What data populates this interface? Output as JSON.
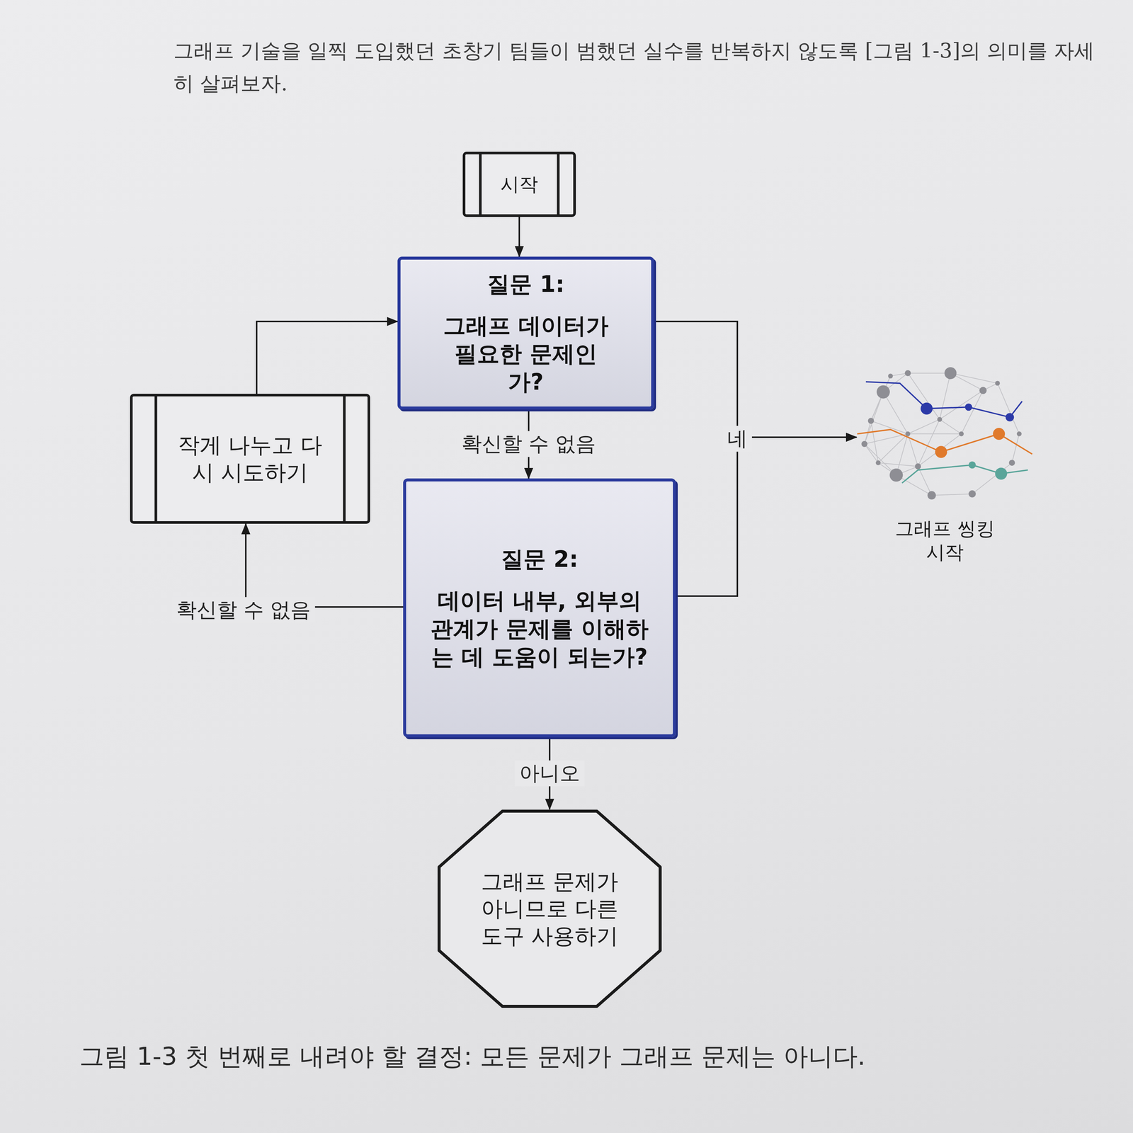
{
  "diagram": {
    "caption": "그림 1-3 첫 번째로 내려야 할 결정: 모든 문제가 그래프 문제는 아니다.",
    "nodes": [
      {
        "text": [
          "시작"
        ]
      },
      {
        "text": [
          "질문 1:",
          "그래프 데이터가 필요한 문제인가?"
        ]
      },
      {
        "text": [
          "작게 나누고 다시 시도하기"
        ]
      },
      {
        "text": [
          "질문 2:",
          "데이터 내부, 외부의 관계가 문제를 이해하는 데 도움이 되는가?"
        ]
      },
      {
        "text": [
          "그래프 씽킹 시작"
        ]
      },
      {
        "text": [
          "그래프 문제가 아니므로 다른 도구 사용하기"
        ]
      }
    ],
    "edges": [
      {
        "from": 0,
        "to": 1,
        "arrow": "to"
      },
      {
        "from": 1,
        "to": 3,
        "label": "확신할 수 없음",
        "arrow": "to"
      },
      {
        "from": 1,
        "to": 4,
        "label": "네",
        "arrow": "to"
      },
      {
        "from": 3,
        "to": 4,
        "arrow": "to"
      },
      {
        "from": 3,
        "to": 2,
        "label": "확신할 수 없음",
        "arrow": "to"
      },
      {
        "from": 2,
        "to": 1,
        "arrow": "to"
      },
      {
        "from": 3,
        "to": 5,
        "label": "아니오",
        "arrow": "to"
      }
    ],
    "labels": [
      "그래프 기술을 일찍 도입했던 초창기 팀들이 범했던 실수를 반복하지 않도록 [그림 1-3]의 의미를 자세히 살펴보자."
    ]
  }
}
